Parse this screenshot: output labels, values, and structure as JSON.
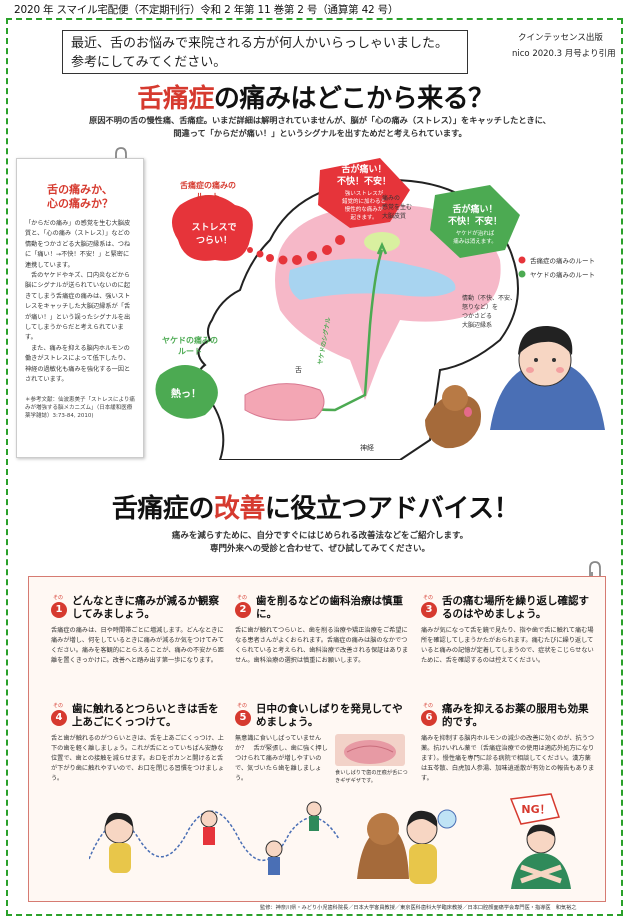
{
  "header": {
    "line": "2020 年 スマイル宅配便（不定期刊行）令和 2 年第 11 巻第 2 号（通算第 42 号）"
  },
  "notice": {
    "line1": "最近、舌のお悩みで来院される方が何人かいらっしゃいました。",
    "line2": "参考にしてみてください。"
  },
  "publisher": {
    "name": "クインテッセンス出版",
    "citation": "nico 2020.3 月号より引用"
  },
  "section1": {
    "title_red": "舌痛症",
    "title_rest": "の痛みはどこから来る？",
    "intro1": "原因不明の舌の慢性痛、舌痛症。いまだ詳細は解明されていませんが、脳が「心の痛み（ストレス）」をキャッチしたときに、",
    "intro2": "間違って「からだが痛い！」というシグナルを出すためだと考えられています。"
  },
  "sidebox": {
    "title1": "舌の痛みか、",
    "title2": "心の痛みか？",
    "body": [
      "「からだの痛み」の感覚を生む大脳皮質と、「心の痛み（ストレス）」などの情動をつかさどる大脳辺縁系は、つねに「痛い！→不快！不安！」と緊密に連携しています。",
      "舌のヤケドやキズ、口内炎などから脳にシグナルが送られていないのに起きてしまう舌痛症の痛みは、強いストレスをキャッチした大脳辺縁系が「舌が痛い！」という誤ったシグナルを出してしまうからだと考えられています。",
      "また、痛みを抑える脳内ホルモンの働きがストレスによって低下したり、神経の過敏化も痛みを強化する一因とされています。"
    ],
    "ref": "＊参考文献：仙波恵美子「ストレスにより痛みが増強する脳メカニズム」（日本緩和医療薬学雑誌）3:73-84, 2010)"
  },
  "diagram": {
    "route_tongue_label1": "舌痛症の痛みの",
    "route_tongue_label2": "ルート",
    "stress1": "ストレスで",
    "stress2": "つらい！",
    "bubble1_a": "舌が痛い！",
    "bubble1_b": "不快！不安！",
    "bubble1_c": "強いストレスが",
    "bubble1_d": "錯覚的に加わると",
    "bubble1_e": "慢性的な痛みが",
    "bubble1_f": "起きます。",
    "cortex_label1": "痛みの",
    "cortex_label2": "感覚を生む",
    "cortex_label3": "大脳皮質",
    "bubble2_a": "舌が痛い！",
    "bubble2_b": "不快！不安！",
    "bubble2_c": "ヤケドが治れば",
    "bubble2_d": "痛みは消えます。",
    "legend_red": "舌痛症の痛みのルート",
    "legend_green": "ヤケドの痛みのルート",
    "limbic1": "情動（不快、不安、",
    "limbic2": "怒りなど）を",
    "limbic3": "つかさどる",
    "limbic4": "大脳辺縁系",
    "route_burn1": "ヤケドの痛みの",
    "route_burn2": "ルート",
    "hot": "熱っ！",
    "tongue": "舌",
    "signal": "ヤケドのシグナル",
    "nerve": "神経"
  },
  "section2": {
    "title_a": "舌痛症の",
    "title_red": "改善",
    "title_b": "に役立つアドバイス！",
    "sub1": "痛みを減らすために、自分ですぐにはじめられる改善法などをご紹介します。",
    "sub2": "専門外来への受診と合わせて、ぜひ試してみてください。"
  },
  "tips": [
    {
      "sono": "その",
      "num": "1",
      "title": "どんなときに痛みが減るか観察してみましょう。",
      "body": "舌痛症の痛みは、日や時間帯ごとに増減します。どんなときに痛みが増し、何をしているときに痛みが減るか気をつけてみてください。痛みを客観的にとらえることが、痛みの不安から距離を置くきっかけに。改善へと踏み出す第一歩になります。"
    },
    {
      "sono": "その",
      "num": "2",
      "title": "歯を削るなどの歯科治療は慎重に。",
      "body": "舌に歯が触れてつらいと、歯を削る治療や矯正治療をご希望になる患者さんがよくおられます。舌痛症の痛みは脳のなかでつくられていると考えられ、歯科治療で改善される保証はありません。歯科治療の選択は慎重にお願いします。"
    },
    {
      "sono": "その",
      "num": "3",
      "title": "舌の痛む場所を繰り返し確認するのはやめましょう。",
      "body": "痛みが気になって舌を鏡で見たり、指や歯で舌に触れて痛む場所を確認してしまうかたがおられます。痛むたびに繰り返していると痛みの記憶が定着してしまうので、症状をこじらせないために、舌を確認するのは控えてください。"
    },
    {
      "sono": "その",
      "num": "4",
      "title": "歯に触れるとつらいときは舌を上あごにくっつけて。",
      "body": "舌と歯が触れるのがつらいときは、舌を上あごにくっつけ、上下の歯を軽く離しましょう。これが舌にとっていちばん安静な位置で、歯との接触を減らせます。おロをポカンと開けると舌が下がり歯に触れやすいので、お口を閉じる習慣をつけましょう。"
    },
    {
      "sono": "その",
      "num": "5",
      "title": "日中の食いしばりを発見してやめましょう。",
      "body": "無意識に食いしばっていませんか？　舌が緊張し、歯に強く押しつけられて痛みが増しやすいので、気づいたら歯を離しましょう。",
      "caption": "食いしばりで歯の圧痕が舌につきギザギザです。"
    },
    {
      "sono": "その",
      "num": "6",
      "title": "痛みを抑えるお薬の服用も効果的です。",
      "body": "痛みを抑制する脳内ホルモンの減少の改善に効くのが、抗うつ薬。抗けいれん薬で（舌痛症治療での使用は適応外処方になります）。慢性痛を専門に診る病院で相談してください。漢方薬は五苓散、白虎加人参湯、加味逍遥散が有効との報告もあります。"
    }
  ],
  "bubble_ng": "NG！",
  "signature": "監修：神奈川県・みどり小児歯科院長／日本大学客員教授／東京医科歯科大学臨床教授／日本口腔顔面痛学会専門医・指導医　和気裕之"
}
